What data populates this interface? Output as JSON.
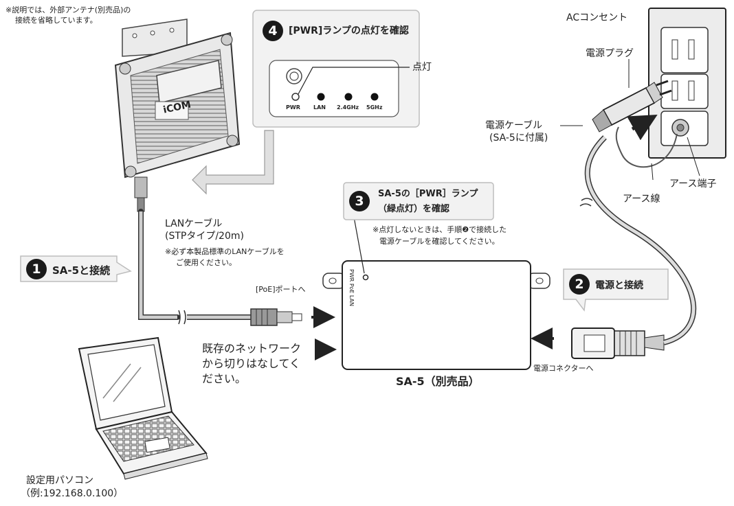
{
  "note_top_left": [
    "※説明では、外部アンテナ(別売品)の",
    "接続を省略しています。"
  ],
  "ap_brand": "iCOM",
  "steps": {
    "step1": {
      "number": "1",
      "label": "SA-5と接続"
    },
    "step2": {
      "number": "2",
      "label": "電源と接続"
    },
    "step3": {
      "number": "3",
      "label_line1": "SA-5の［PWR］ランプ",
      "label_line2": "（緑点灯）を確認"
    },
    "step4": {
      "number": "4",
      "label": "[PWR]ランプの点灯を確認"
    }
  },
  "led_panel": {
    "lit_label": "点灯",
    "leds": [
      "PWR",
      "LAN",
      "2.4GHz",
      "5GHz"
    ]
  },
  "lan_cable": {
    "line1": "LANケーブル",
    "line2": "(STPタイプ/20m)",
    "note_line1": "※必ず本製品標準のLANケーブルを",
    "note_line2": "ご使用ください。"
  },
  "poe_port_label": "[PoE]ポートへ",
  "sa5_panel_text": "PWR PoE LAN",
  "network_note": [
    "既存のネットワーク",
    "から切りはなしてく",
    "ださい。"
  ],
  "sa5_name": "SA-5（別売品）",
  "power_connector_label": "電源コネクターへ",
  "step3_note_line1": "※点灯しないときは、手順❷で接続した",
  "step3_note_line2": "電源ケーブルを確認してください。",
  "ac_outlet": "ACコンセント",
  "power_plug": "電源プラグ",
  "power_cable_line1": "電源ケーブル",
  "power_cable_line2": "(SA-5に付属)",
  "earth_terminal": "アース端子",
  "earth_wire": "アース線",
  "pc_label_line1": "設定用パソコン",
  "pc_label_line2": "（例:192.168.0.100）",
  "colors": {
    "ink": "#222222",
    "callout_bg": "#f2f2f2",
    "callout_border": "#bdbdbd",
    "device": "#e6e6e6"
  }
}
